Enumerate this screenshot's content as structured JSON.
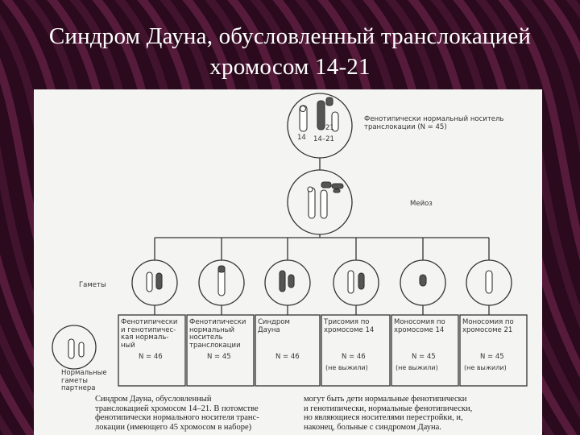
{
  "slide": {
    "title_line1": "Синдром Дауна, обусловленный транслокацией",
    "title_line2": "хромосом 14-21",
    "background_color": "#2a0a1c",
    "stripe_color": "#7a2a55"
  },
  "figure": {
    "top_label_14": "14",
    "top_label_21": "21",
    "top_label_1421": "14–21",
    "carrier_label_1": "Фенотипически нормальный носитель",
    "carrier_label_2": "транслокации",
    "carrier_count": "(N = 45)",
    "meiosis_label": "Мейоз",
    "gametes_label": "Гаметы",
    "partner_label_1": "Нормальные",
    "partner_label_2": "гаметы",
    "partner_label_3": "партнера",
    "boxes": [
      {
        "lines": [
          "Фенотипически",
          "и генотипичес-",
          "кая нормаль-",
          "ный"
        ],
        "n": "N = 46",
        "note": ""
      },
      {
        "lines": [
          "Фенотипически",
          "нормальный",
          "носитель",
          "транслокации"
        ],
        "n": "N = 45",
        "note": ""
      },
      {
        "lines": [
          "Синдром",
          "Дауна"
        ],
        "n": "N = 46",
        "note": ""
      },
      {
        "lines": [
          "Трисомия по",
          "хромосоме 14"
        ],
        "n": "N = 46",
        "note": "(не выжили)"
      },
      {
        "lines": [
          "Моносомия по",
          "хромосоме 14"
        ],
        "n": "N = 45",
        "note": "(не выжили)"
      },
      {
        "lines": [
          "Моносомия по",
          "хромосоме 21"
        ],
        "n": "N = 45",
        "note": "(не выжили)"
      }
    ],
    "caption_left": [
      "Синдром Дауна, обусловленный",
      "транслокацией хромосом 14–21. В потомстве",
      "фенотипически нормального носителя транс-",
      "локации (имеющего 45 хромосом в наборе)"
    ],
    "caption_right": [
      "могут быть дети нормальные фенотипически",
      "и генотипически, нормальные фенотипически,",
      "но являющиеся носителями перестройки, и,",
      "наконец, больные с синдромом Дауна."
    ]
  }
}
